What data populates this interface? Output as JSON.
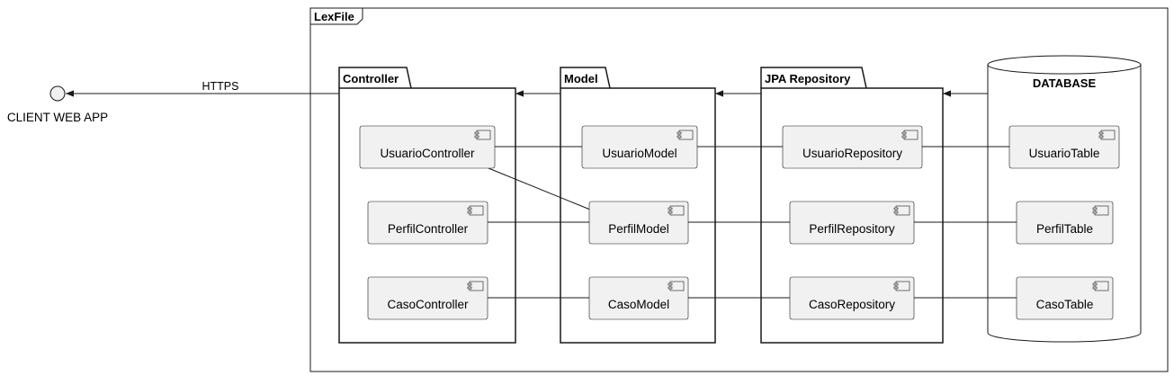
{
  "frame": {
    "title": "LexFile"
  },
  "client": {
    "label": "CLIENT WEB APP",
    "link_label": "HTTPS"
  },
  "packages": {
    "controller": {
      "title": "Controller",
      "components": [
        "UsuarioController",
        "PerfilController",
        "CasoController"
      ]
    },
    "model": {
      "title": "Model",
      "components": [
        "UsuarioModel",
        "PerfilModel",
        "CasoModel"
      ]
    },
    "repository": {
      "title": "JPA Repository",
      "components": [
        "UsuarioRepository",
        "PerfilRepository",
        "CasoRepository"
      ]
    },
    "database": {
      "title": "DATABASE",
      "components": [
        "UsuarioTable",
        "PerfilTable",
        "CasoTable"
      ]
    }
  },
  "colors": {
    "component_fill": "#f1f1f1",
    "component_stroke": "#181818",
    "line": "#181818",
    "background": "#ffffff"
  }
}
